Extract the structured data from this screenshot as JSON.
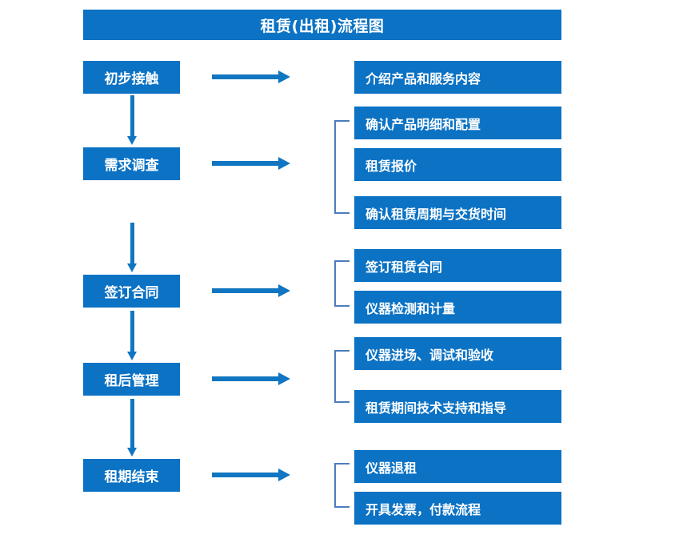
{
  "diagram": {
    "title": "租赁(出租)流程图",
    "accent_color": "#0b72c4",
    "arrow_color": "#1076c1",
    "bracket_color": "#4a7ebb",
    "title_text_color": "#ffffff"
  },
  "stages": [
    {
      "label": "初步接触"
    },
    {
      "label": "需求调查"
    },
    {
      "label": "签订合同"
    },
    {
      "label": "租后管理"
    },
    {
      "label": "租期结束"
    }
  ],
  "details": [
    {
      "label": "介绍产品和服务内容"
    },
    {
      "label": "确认产品明细和配置"
    },
    {
      "label": "租赁报价"
    },
    {
      "label": "确认租赁周期与交货时间"
    },
    {
      "label": "签订租赁合同"
    },
    {
      "label": "仪器检测和计量"
    },
    {
      "label": "仪器进场、调试和验收"
    },
    {
      "label": "租赁期间技术支持和指导"
    },
    {
      "label": "仪器退租"
    },
    {
      "label": "开具发票，付款流程"
    }
  ]
}
